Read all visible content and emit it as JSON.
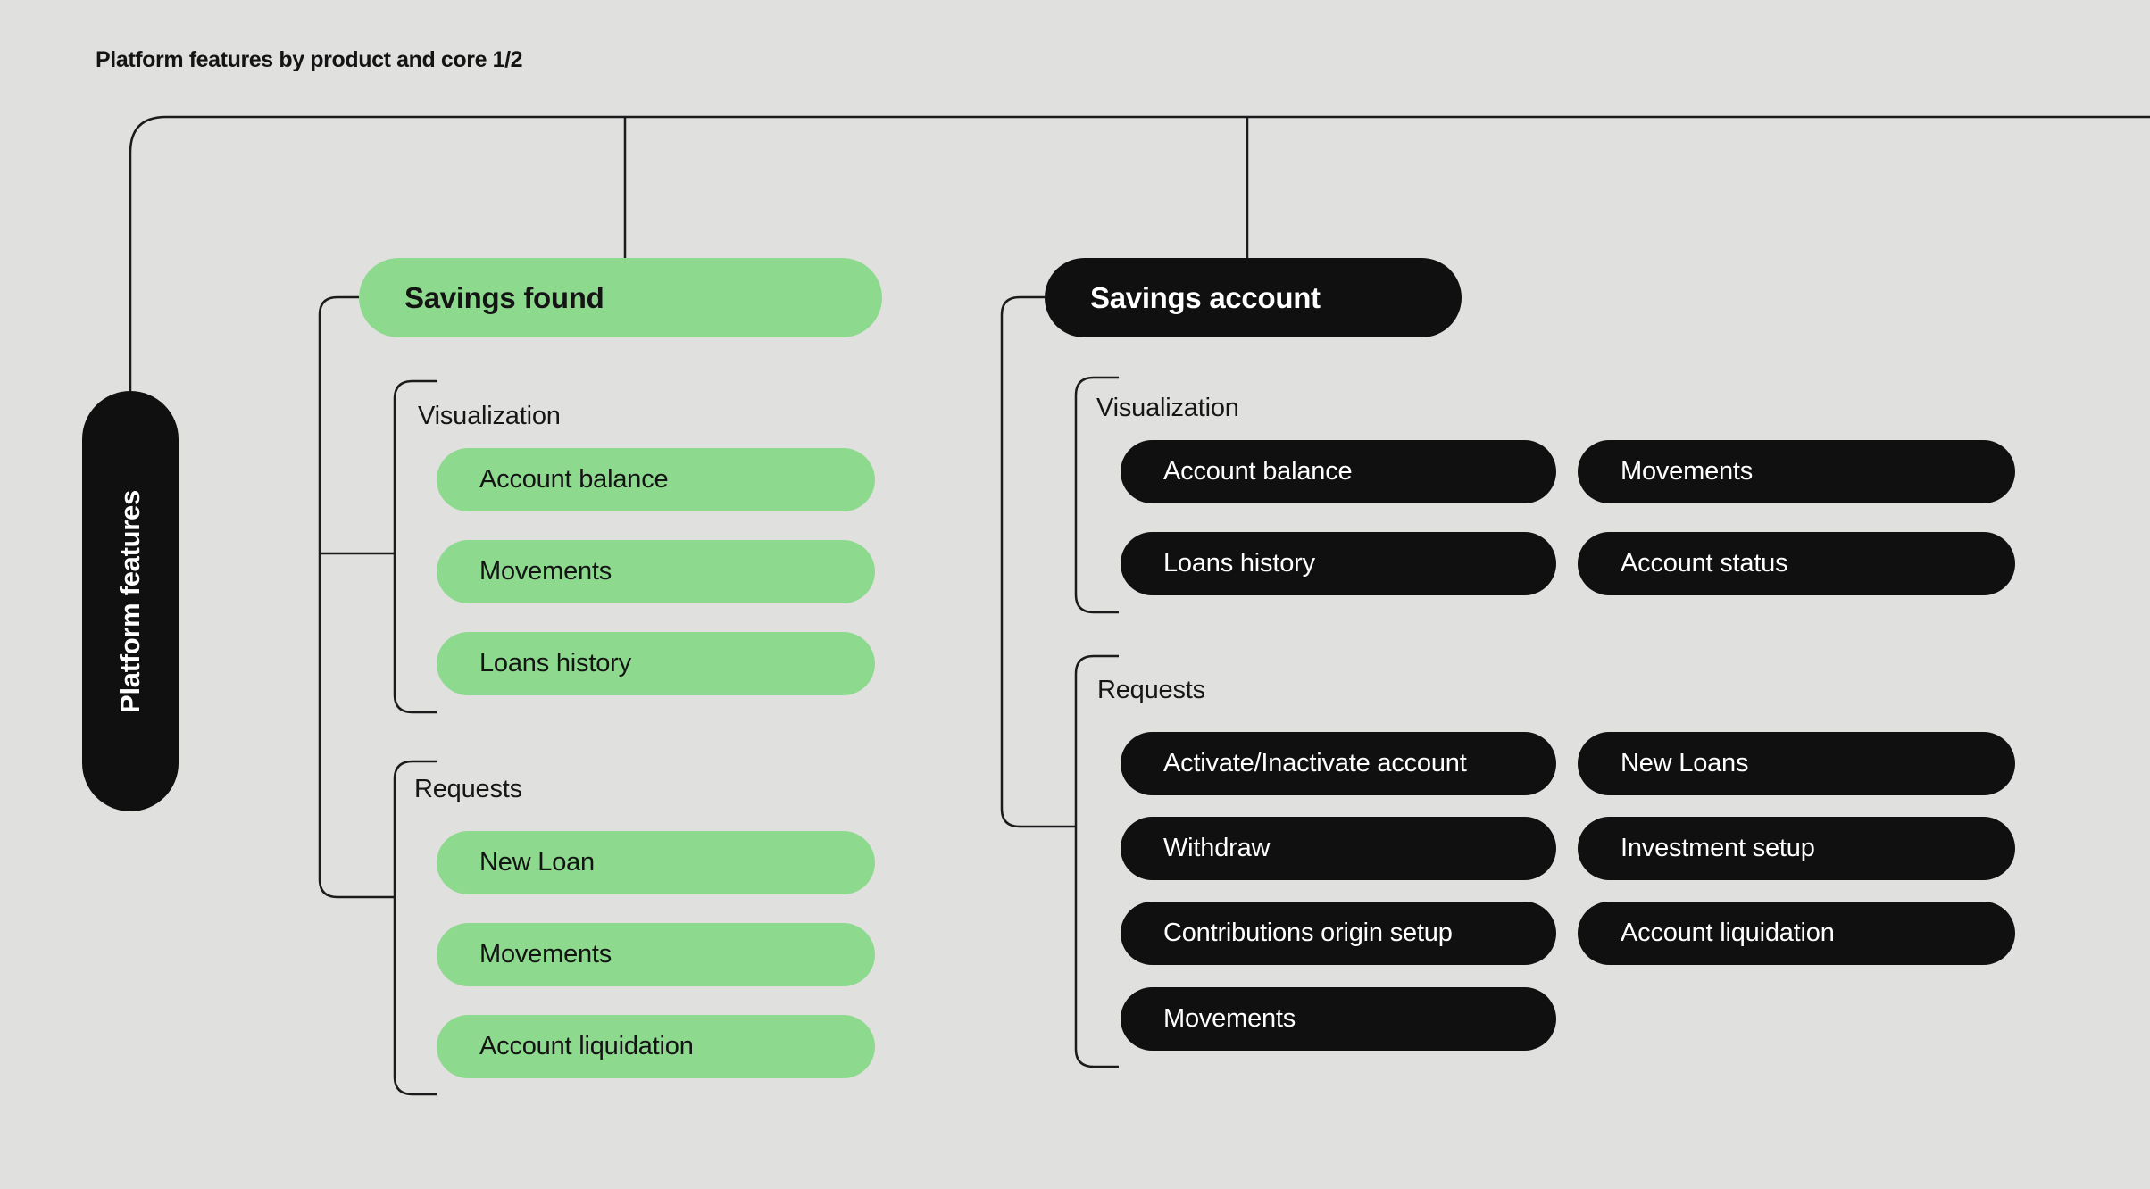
{
  "title": "Platform features by product and core 1/2",
  "colors": {
    "background": "#e0e0df",
    "node_black": "#101010",
    "node_green": "#8dda8e",
    "connector_line": "#1b1b1b",
    "text_dark": "#141414",
    "text_light": "#ffffff"
  },
  "root": {
    "label": "Platform features"
  },
  "branches": [
    {
      "label": "Savings found",
      "style": "green",
      "groups": [
        {
          "label": "Visualization",
          "items": [
            "Account balance",
            "Movements",
            "Loans history"
          ]
        },
        {
          "label": "Requests",
          "items": [
            "New Loan",
            "Movements",
            "Account liquidation"
          ]
        }
      ]
    },
    {
      "label": "Savings account",
      "style": "black",
      "groups": [
        {
          "label": "Visualization",
          "items": [
            "Account balance",
            "Movements",
            "Loans history",
            "Account status"
          ]
        },
        {
          "label": "Requests",
          "items": [
            "Activate/Inactivate account",
            "New Loans",
            "Withdraw",
            "Investment setup",
            "Contributions origin setup",
            "Account liquidation",
            "Movements"
          ]
        }
      ]
    }
  ]
}
